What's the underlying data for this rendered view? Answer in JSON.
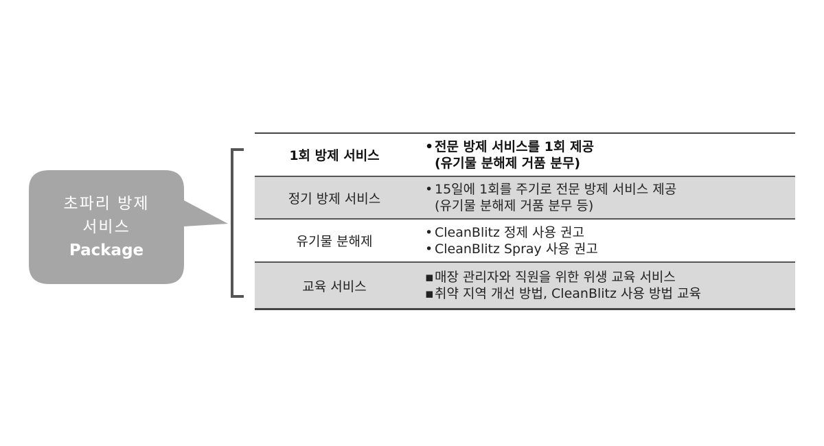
{
  "package_label": {
    "line1": "초파리 방제",
    "line2": "서비스",
    "line3": "Package"
  },
  "colors": {
    "bubble_fill": "#a6a6a6",
    "shaded_row": "#d9d9d9",
    "bracket": "#555555"
  },
  "rows": [
    {
      "name": "1회 방제 서비스",
      "shaded": false,
      "bold": true,
      "bullet": "•",
      "lines": [
        "전문 방제 서비스를 1회 제공",
        "(유기물 분해제 거품 분무)"
      ]
    },
    {
      "name": "정기 방제 서비스",
      "shaded": true,
      "bold": false,
      "bullet": "•",
      "lines": [
        "15일에 1회를 주기로 전문 방제 서비스 제공",
        "(유기물 분해제 거품 분무 등)"
      ]
    },
    {
      "name": "유기물 분해제",
      "shaded": false,
      "bold": false,
      "bullet": "•",
      "lines": [
        "CleanBlitz 정제 사용 권고",
        "CleanBlitz Spray  사용 권고"
      ]
    },
    {
      "name": "교육 서비스",
      "shaded": true,
      "bold": false,
      "bullet": "▪",
      "lines": [
        "매장 관리자와 직원을 위한 위생 교육 서비스",
        "취약 지역 개선 방법, CleanBlitz 사용 방법 교육"
      ]
    }
  ]
}
